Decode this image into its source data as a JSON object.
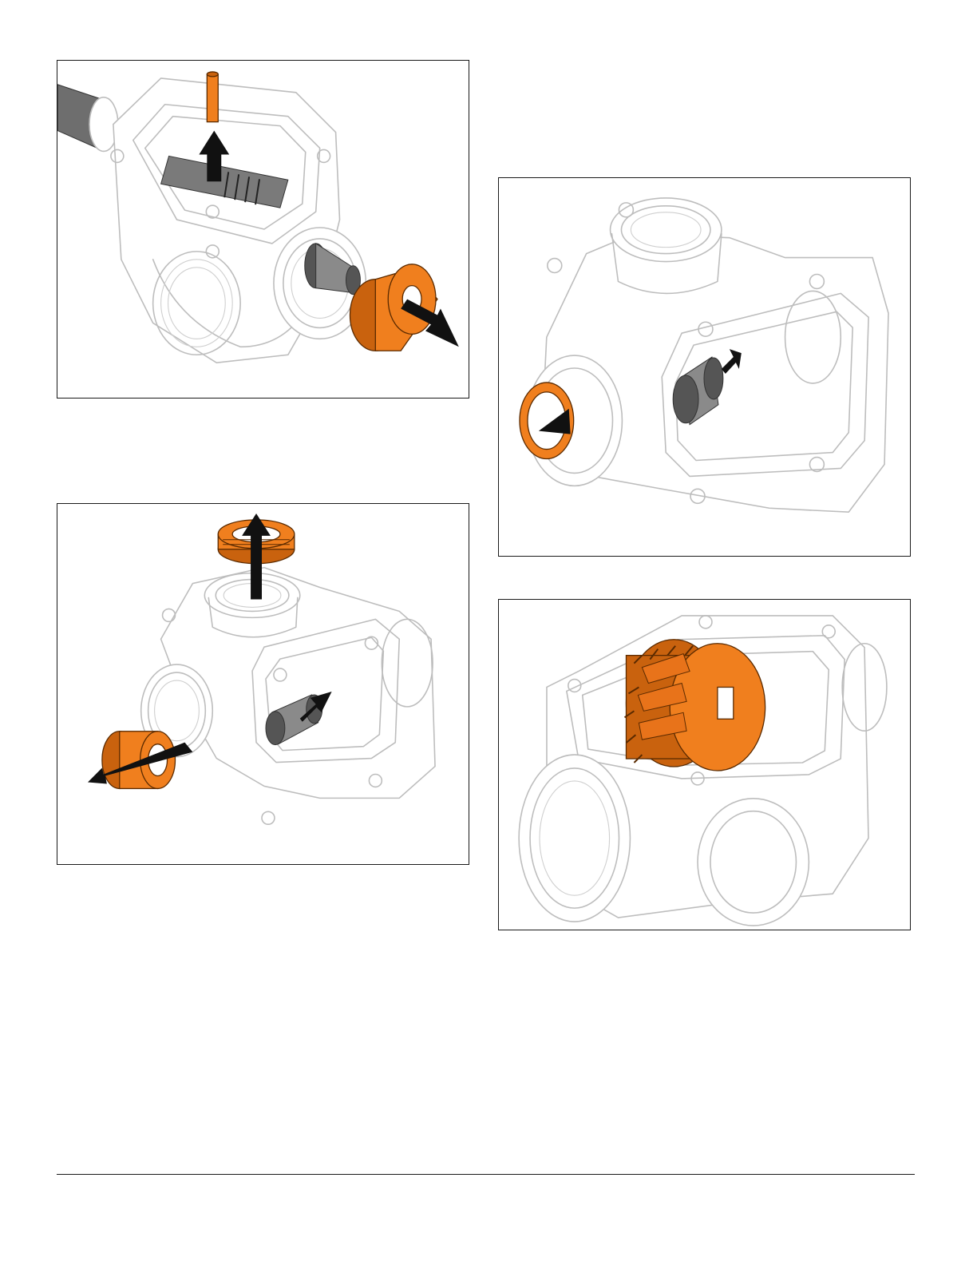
{
  "page": {
    "background": "#ffffff",
    "accent_color": "#f07f1e",
    "arrow_color": "#111111",
    "outline_color": "#bdbdbd"
  },
  "figures": [
    {
      "id": "fig1",
      "depicts": [
        "pin-icon",
        "up-arrow-icon",
        "bearing-cup-icon",
        "out-arrow-icon"
      ]
    },
    {
      "id": "fig2",
      "depicts": [
        "top-seal-icon",
        "up-arrow-icon",
        "side-cup-icon",
        "left-arrow-icon",
        "right-arrow-icon"
      ]
    },
    {
      "id": "fig3",
      "depicts": [
        "race-icon",
        "in-arrow-icon",
        "right-arrow-icon"
      ]
    },
    {
      "id": "fig4",
      "depicts": [
        "gear-icon"
      ]
    }
  ]
}
